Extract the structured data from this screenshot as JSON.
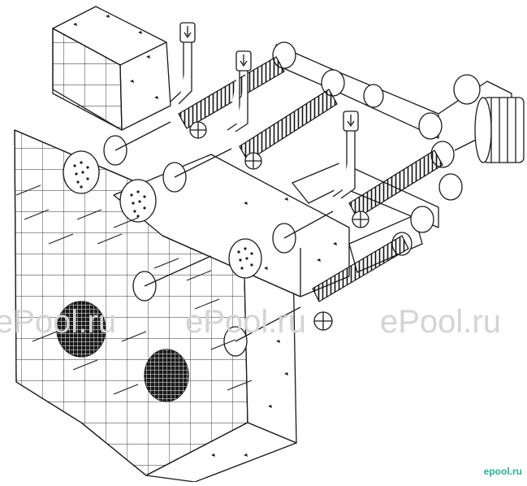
{
  "watermarks": [
    "ePool.ru",
    "ePool.ru",
    "ePool.ru"
  ],
  "logo": "epool.ru",
  "colors": {
    "line": "#1a1a1a",
    "concrete": "#ffffff",
    "watermark": "#d4d4d4",
    "logo": "#1fb59a"
  }
}
